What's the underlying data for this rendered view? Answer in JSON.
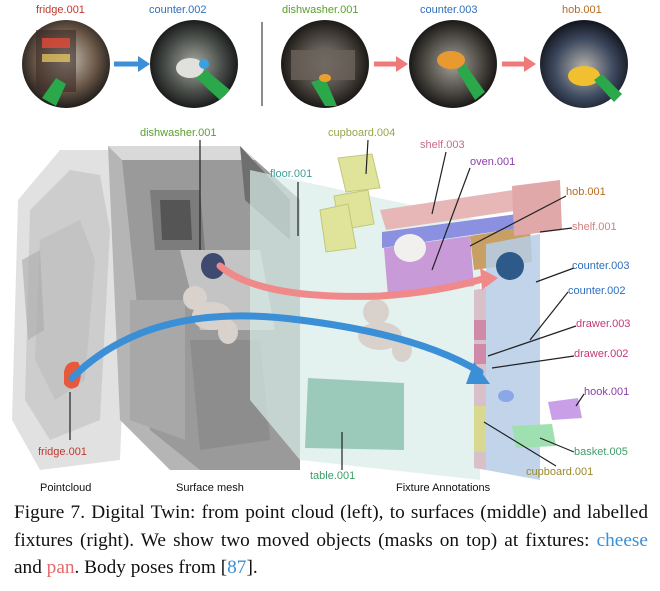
{
  "top_frames": [
    {
      "label": "fridge.001",
      "color": "#c0392b"
    },
    {
      "label": "counter.002",
      "color": "#2e6fbd"
    },
    {
      "label": "dishwasher.001",
      "color": "#5aa02c"
    },
    {
      "label": "counter.003",
      "color": "#2e6fbd"
    },
    {
      "label": "hob.001",
      "color": "#b86a1e"
    }
  ],
  "fixture_labels": {
    "dishwasher": "dishwasher.001",
    "cupboard004": "cupboard.004",
    "floor": "floor.001",
    "shelf003": "shelf.003",
    "oven": "oven.001",
    "hob": "hob.001",
    "shelf001": "shelf.001",
    "counter003": "counter.003",
    "counter002": "counter.002",
    "drawer003": "drawer.003",
    "drawer002": "drawer.002",
    "hook": "hook.001",
    "basket": "basket.005",
    "cupboard001": "cupboard.001",
    "table": "table.001",
    "fridge": "fridge.001"
  },
  "label_colors": {
    "dishwasher": "#5aa02c",
    "cupboard004": "#9aa54a",
    "floor": "#3f9e9a",
    "shelf003": "#c96a8a",
    "oven": "#8a3fa8",
    "hob": "#b86a1e",
    "shelf001": "#d08080",
    "counter003": "#2e6fbd",
    "counter002": "#2e6fbd",
    "drawer003": "#c03a7a",
    "drawer002": "#c03a7a",
    "hook": "#8a3fa8",
    "basket": "#3f9e6a",
    "cupboard001": "#9a8a2a",
    "table": "#3f9e6a",
    "fridge": "#c0392b"
  },
  "section_labels": {
    "pointcloud": "Pointcloud",
    "surface_mesh": "Surface mesh",
    "fixture_annotations": "Fixture Annotations"
  },
  "caption": {
    "prefix": "Figure 7. Digital Twin: from point cloud (left), to surfaces (middle) and labelled fixtures (right).  We show two moved objects (masks on top) at fixtures: ",
    "cheese": "cheese",
    "and": " and ",
    "pan": "pan",
    "body": ". Body poses from [",
    "cite": "87",
    "end": "]."
  }
}
